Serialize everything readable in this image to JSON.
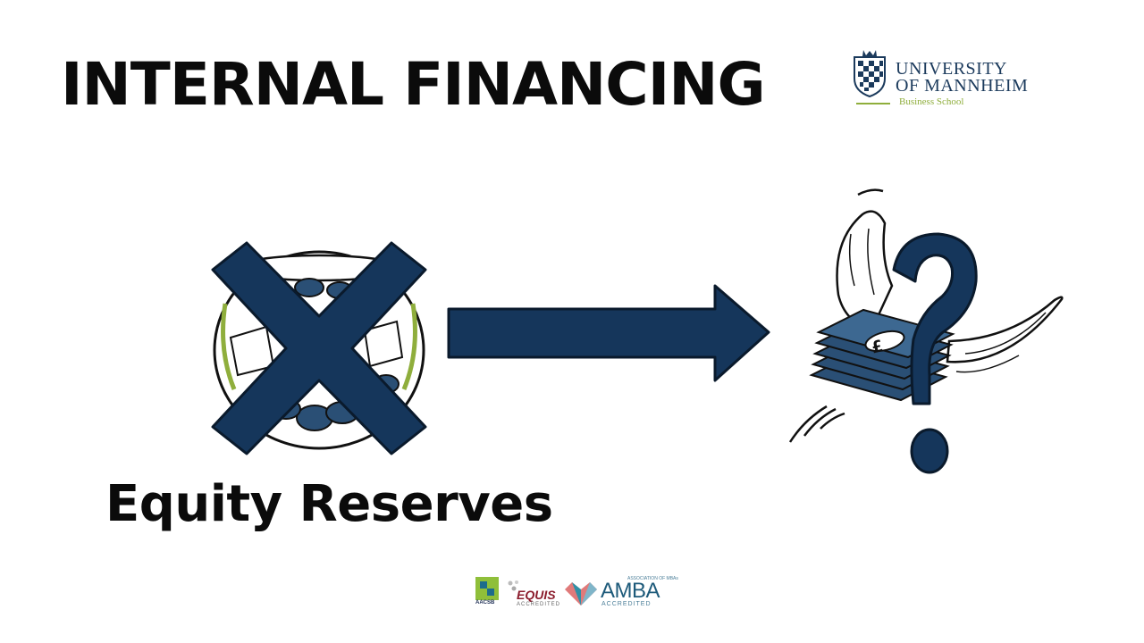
{
  "slide": {
    "title": "INTERNAL FINANCING",
    "caption": "Equity Reserves"
  },
  "logo": {
    "line1": "UNIVERSITY",
    "line2": "OF MANNHEIM",
    "subtitle": "Business School"
  },
  "accreditations": {
    "aacsb": "AACSB",
    "equis": "EQUIS",
    "equis_sub": "ACCREDITED",
    "amba": "AMBA",
    "amba_sub": "ACCREDITED",
    "amba_assoc": "ASSOCIATION OF MBAs"
  },
  "icons": {
    "cross": "x-mark-icon",
    "jar": "money-jar-icon",
    "arrow": "arrow-right-icon",
    "flying_money": "flying-money-icon",
    "question": "question-mark-icon"
  },
  "colors": {
    "navy": "#15365b",
    "accent_green": "#8fae3c",
    "text": "#0b0b0b"
  }
}
